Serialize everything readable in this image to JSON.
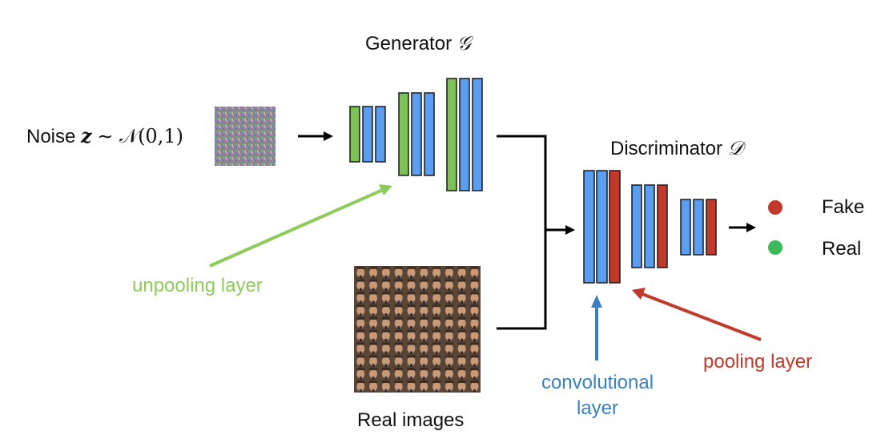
{
  "generator": {
    "label": "Generator",
    "symbol": "𝒢"
  },
  "discriminator": {
    "label": "Discriminator",
    "symbol": "𝒟"
  },
  "noise": {
    "prefix": "Noise",
    "var": "z",
    "dist": "∼ 𝒩(0,1)"
  },
  "real_images": {
    "label": "Real images"
  },
  "outputs": {
    "fake": {
      "label": "Fake",
      "color": "#c0392b"
    },
    "real": {
      "label": "Real",
      "color": "#3cb95a"
    }
  },
  "annotations": {
    "unpooling": {
      "label": "unpooling layer",
      "color": "#8fcb5a"
    },
    "convolutional": {
      "line1": "convolutional",
      "line2": "layer",
      "color": "#3a7fc4"
    },
    "pooling": {
      "label": "pooling layer",
      "color": "#c0392b"
    }
  },
  "colors": {
    "conv": "#5b9ef0",
    "unpool": "#7cc255",
    "pool": "#c0392b",
    "outline": "#1a1a1a"
  }
}
